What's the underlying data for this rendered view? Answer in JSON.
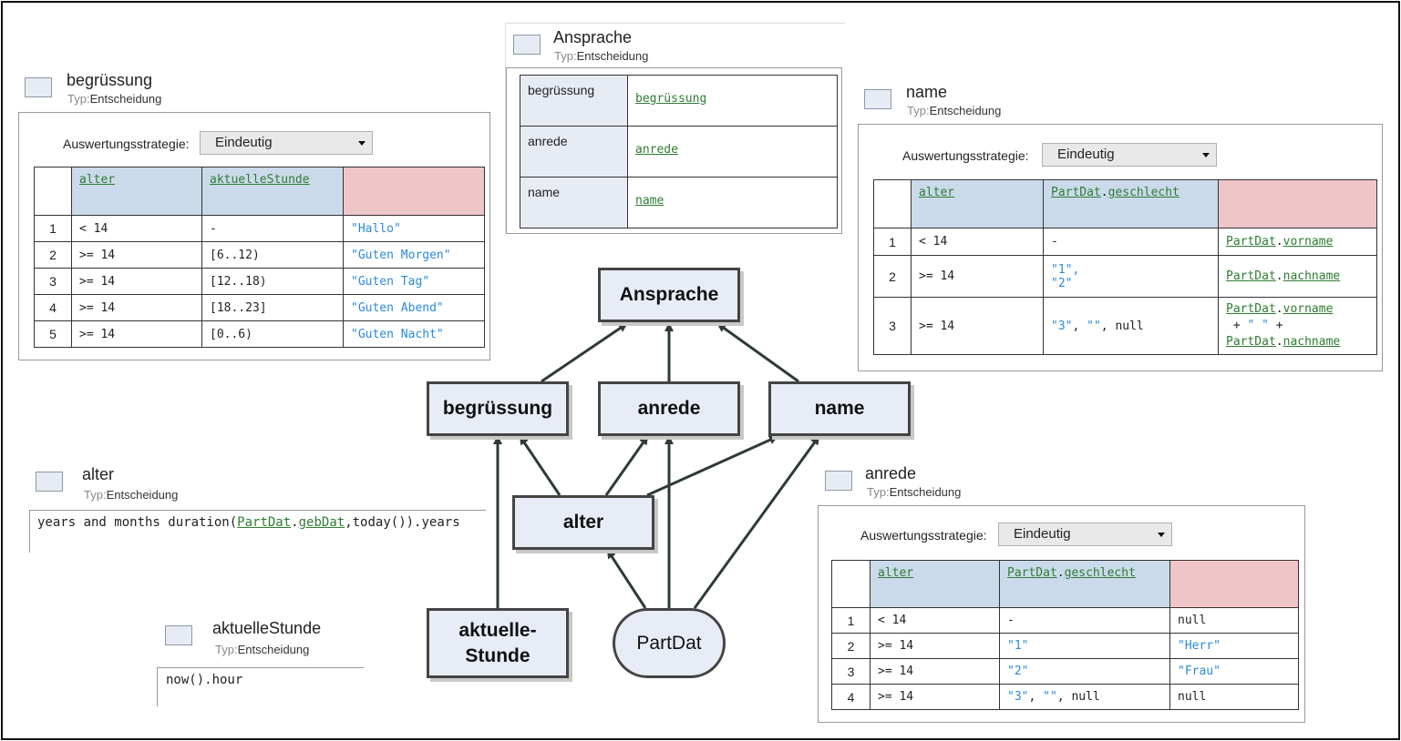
{
  "begruessung": {
    "title": "begrüssung",
    "type_key": "Typ:",
    "type_val": "Entscheidung",
    "strategy_label": "Auswertungsstrategie:",
    "strategy_value": "Eindeutig",
    "headers": [
      "alter",
      "aktuelleStunde"
    ],
    "rows": [
      {
        "n": "1",
        "a": "< 14",
        "b": "-",
        "out": "\"Hallo\""
      },
      {
        "n": "2",
        "a": ">= 14",
        "b": "[6..12)",
        "out": "\"Guten Morgen\""
      },
      {
        "n": "3",
        "a": ">= 14",
        "b": "[12..18)",
        "out": "\"Guten Tag\""
      },
      {
        "n": "4",
        "a": ">= 14",
        "b": "[18..23]",
        "out": "\"Guten Abend\""
      },
      {
        "n": "5",
        "a": ">= 14",
        "b": "[0..6)",
        "out": "\"Guten Nacht\""
      }
    ]
  },
  "ansprache": {
    "title": "Ansprache",
    "type_key": "Typ:",
    "type_val": "Entscheidung",
    "rows": [
      {
        "label": "begrüssung",
        "value": "begrüssung"
      },
      {
        "label": "anrede",
        "value": "anrede"
      },
      {
        "label": "name",
        "value": "name"
      }
    ]
  },
  "name": {
    "title": "name",
    "type_key": "Typ:",
    "type_val": "Entscheidung",
    "strategy_label": "Auswertungsstrategie:",
    "strategy_value": "Eindeutig",
    "header_a": "alter",
    "header_b_obj": "PartDat",
    "header_b_sep": ".",
    "header_b_attr": "geschlecht",
    "rows": [
      {
        "n": "1",
        "a": "< 14",
        "b": "-"
      },
      {
        "n": "2",
        "a": ">= 14",
        "b1": "\"1\",",
        "b2": "\"2\""
      },
      {
        "n": "3",
        "a": ">= 14",
        "b_s1": "\"3\"",
        "b_sep": ", ",
        "b_s2": "\"\"",
        "b_tail": ", null"
      }
    ],
    "out1_obj": "PartDat",
    "out1_attr": "vorname",
    "out2_obj": "PartDat",
    "out2_attr": "nachname",
    "out3_obj1": "PartDat",
    "out3_attr1": "vorname",
    "out3_mid_a": "+ ",
    "out3_mid_s": "\" \"",
    "out3_mid_b": " +",
    "out3_obj2": "PartDat",
    "out3_attr2": "nachname",
    "dot": "."
  },
  "alter": {
    "title": "alter",
    "type_key": "Typ:",
    "type_val": "Entscheidung",
    "expr_pre": "years and months duration(",
    "expr_obj": "PartDat",
    "expr_dot": ".",
    "expr_attr": "gebDat",
    "expr_post": ",today()).years"
  },
  "aktuelleStunde": {
    "title": "aktuelleStunde",
    "type_key": "Typ:",
    "type_val": "Entscheidung",
    "expr": "now().hour"
  },
  "anrede": {
    "title": "anrede",
    "type_key": "Typ:",
    "type_val": "Entscheidung",
    "strategy_label": "Auswertungsstrategie:",
    "strategy_value": "Eindeutig",
    "header_a": "alter",
    "header_b_obj": "PartDat",
    "header_b_sep": ".",
    "header_b_attr": "geschlecht",
    "rows": [
      {
        "n": "1",
        "a": "< 14",
        "b": "-",
        "out": "null",
        "out_str": false
      },
      {
        "n": "2",
        "a": ">= 14",
        "b": "\"1\"",
        "out": "\"Herr\"",
        "out_str": true
      },
      {
        "n": "3",
        "a": ">= 14",
        "b": "\"2\"",
        "out": "\"Frau\"",
        "out_str": true
      },
      {
        "n": "4",
        "a": ">= 14",
        "b_s1": "\"3\"",
        "b_sep": ", ",
        "b_s2": "\"\"",
        "b_tail": ", null",
        "out": "null",
        "out_str": false
      }
    ]
  },
  "graph": {
    "nodes": {
      "ansprache": "Ansprache",
      "begruessung": "begrüssung",
      "anrede": "anrede",
      "name": "name",
      "alter": "alter",
      "aktuelleStunde_1": "aktuelle-",
      "aktuelleStunde_2": "Stunde",
      "partdat": "PartDat"
    }
  }
}
